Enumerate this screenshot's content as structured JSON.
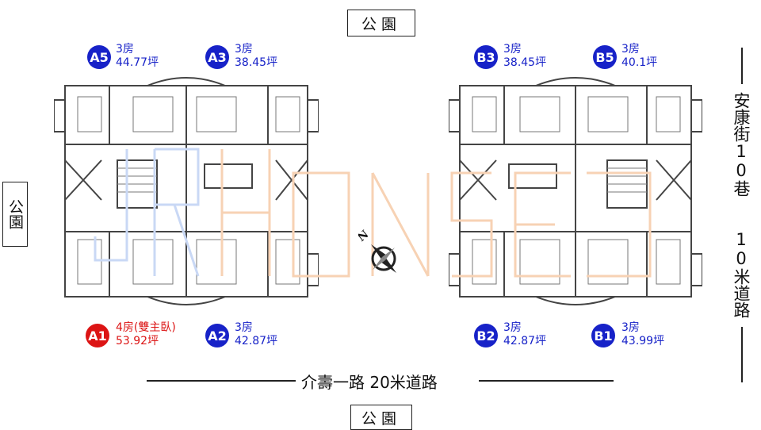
{
  "labels": {
    "park_top": "公園",
    "park_bottom": "公園",
    "park_left": "公園",
    "street_right_a": "安康街10巷",
    "street_right_b": "10米道路",
    "road_bottom": "介壽一路 20米道路",
    "compass_north": "N"
  },
  "units": [
    {
      "id": "A5",
      "rooms": "3房",
      "area": "44.77坪",
      "highlight": false
    },
    {
      "id": "A3",
      "rooms": "3房",
      "area": "38.45坪",
      "highlight": false
    },
    {
      "id": "B3",
      "rooms": "3房",
      "area": "38.45坪",
      "highlight": false
    },
    {
      "id": "B5",
      "rooms": "3房",
      "area": "40.1坪",
      "highlight": false
    },
    {
      "id": "A1",
      "rooms": "4房(雙主臥)",
      "area": "53.92坪",
      "highlight": true
    },
    {
      "id": "A2",
      "rooms": "3房",
      "area": "42.87坪",
      "highlight": false
    },
    {
      "id": "B2",
      "rooms": "3房",
      "area": "42.87坪",
      "highlight": false
    },
    {
      "id": "B1",
      "rooms": "3房",
      "area": "43.99坪",
      "highlight": false
    }
  ],
  "colors": {
    "badge_blue": "#1722c8",
    "badge_red": "#dc1414",
    "watermark_blue": "#c9d8f5",
    "watermark_orange": "#f7d2b4"
  }
}
